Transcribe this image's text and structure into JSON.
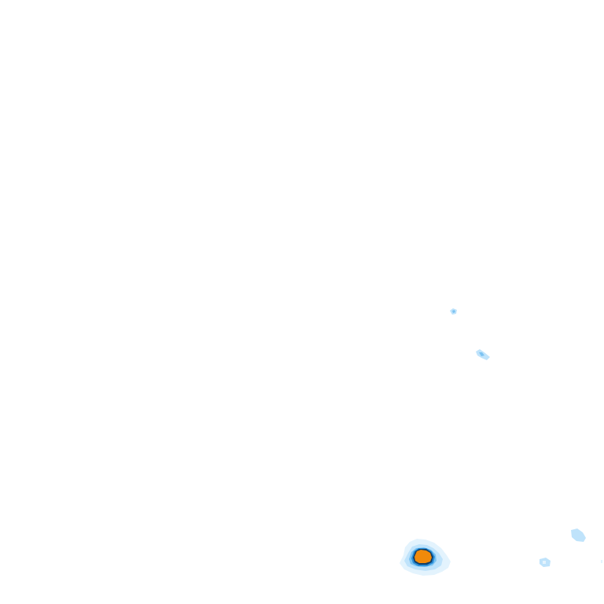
{
  "map": {
    "background": "#ffffff",
    "palette": {
      "very_light": "#e3f3fd",
      "light": "#bfe3fb",
      "medium": "#7cc3f2",
      "dark": "#2a8fd8",
      "outline": "#0f3f6b",
      "core": "#f08a0b"
    },
    "features": [
      {
        "name": "main-echo-core",
        "intensity": "highest"
      },
      {
        "name": "main-echo-halo",
        "intensity": "low"
      },
      {
        "name": "small-speck-north",
        "intensity": "medium"
      },
      {
        "name": "small-speck-mid",
        "intensity": "low"
      },
      {
        "name": "small-patch-east",
        "intensity": "low"
      },
      {
        "name": "small-patch-southeast",
        "intensity": "low"
      }
    ]
  }
}
